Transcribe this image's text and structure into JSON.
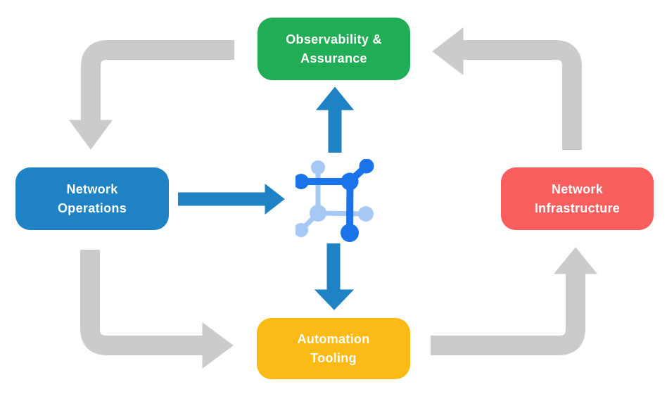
{
  "colors": {
    "background": "#FFFFFF",
    "text": "#FFFFFF",
    "arrow_gray": "#CBCBCB",
    "arrow_blue": "#1E82C4",
    "icon_dark_blue": "#1A73E8",
    "icon_light_blue": "#A5C8F4",
    "node_green": "#21AC56",
    "node_blue": "#1E82C4",
    "node_red": "#F95E5E",
    "node_yellow": "#FBBA16"
  },
  "nodes": {
    "observability": {
      "label": "Observability &\nAssurance",
      "color": "#21AC56"
    },
    "operations": {
      "label": "Network\nOperations",
      "color": "#1E82C4"
    },
    "infrastructure": {
      "label": "Network\nInfrastructure",
      "color": "#F95E5E"
    },
    "automation": {
      "label": "Automation\nTooling",
      "color": "#FBBA16"
    }
  },
  "icons": {
    "center": "network-core-icon"
  },
  "flow": {
    "blue_edges": [
      {
        "from": "operations",
        "to": "core"
      },
      {
        "from": "core",
        "to": "observability"
      },
      {
        "from": "core",
        "to": "automation"
      }
    ],
    "gray_cycle_edges": [
      {
        "from": "observability",
        "to": "operations"
      },
      {
        "from": "operations",
        "to": "automation"
      },
      {
        "from": "automation",
        "to": "infrastructure"
      },
      {
        "from": "infrastructure",
        "to": "observability"
      }
    ]
  }
}
